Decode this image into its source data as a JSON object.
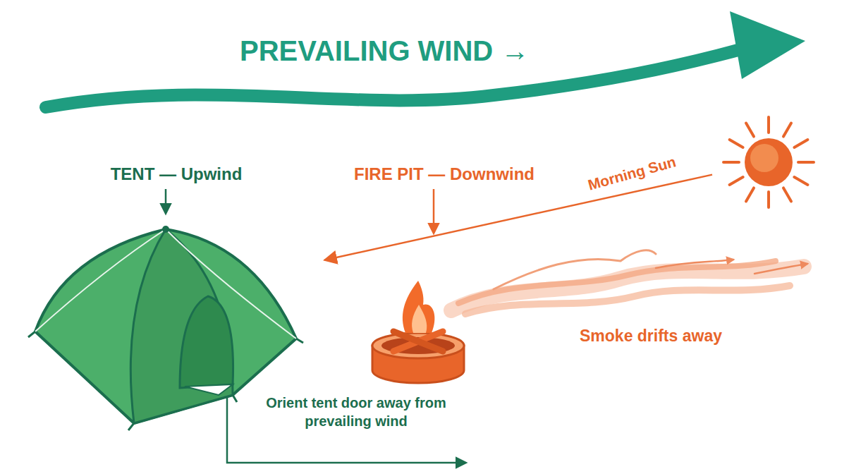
{
  "diagram": {
    "title": "PREVAILING WIND →",
    "nodes": [
      {
        "text": [
          "TENT — Upwind"
        ]
      },
      {
        "text": [
          "FIRE PIT — Downwind"
        ]
      },
      {
        "text": [
          "Morning Sun"
        ]
      }
    ],
    "edges": [
      {
        "from": 2,
        "to": 0,
        "arrow": "to"
      }
    ],
    "labels": [
      "Smoke drifts away",
      "Orient tent door away from prevailing wind"
    ]
  }
}
